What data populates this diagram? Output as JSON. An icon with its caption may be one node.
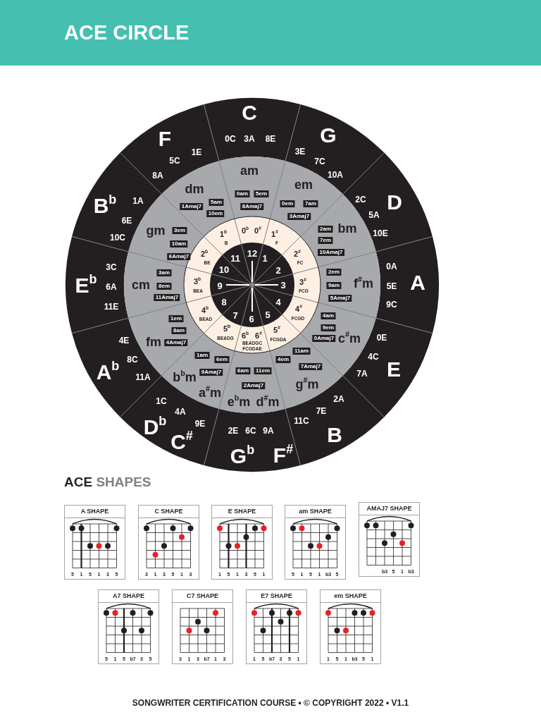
{
  "diagram": {
    "title": "ACE CIRCLE",
    "caption": "SONGWRITER CERTIFICATION COURSE • © COPYRIGHT 2022 • V1.1",
    "nodes": [
      {
        "text": [
          "C",
          "0C",
          "3A",
          "8E"
        ]
      },
      {
        "text": [
          "G",
          "3E",
          "7C",
          "10A"
        ]
      },
      {
        "text": [
          "2C",
          "D",
          "5A",
          "10E"
        ]
      },
      {
        "text": [
          "A",
          "0A",
          "5E",
          "9C"
        ]
      },
      {
        "text": [
          "E",
          "0E",
          "4C",
          "7A"
        ]
      },
      {
        "text": [
          "B",
          "2A",
          "7E",
          "11C"
        ]
      },
      {
        "text": [
          "G$^{b}$",
          "F$^{#}$",
          "2E",
          "6C",
          "9A"
        ]
      },
      {
        "text": [
          "D$^{b}$",
          "C$^{#}$",
          "1C",
          "4A",
          "9E"
        ]
      },
      {
        "text": [
          "A$^{b}$",
          "4E",
          "8C",
          "11A"
        ]
      },
      {
        "text": [
          "E$^{b}$",
          "3C",
          "6A",
          "11E"
        ]
      },
      {
        "text": [
          "B$^{b}$",
          "1A",
          "6E",
          "10C"
        ]
      },
      {
        "text": [
          "F",
          "1E",
          "5C",
          "8A"
        ]
      },
      {
        "text": [
          "am",
          "0am",
          "5em",
          "8Amaj7"
        ]
      },
      {
        "text": [
          "em",
          "0em",
          "7am",
          "3Amaj7"
        ]
      },
      {
        "text": [
          "bm",
          "2am",
          "7em",
          "10Amaj7"
        ]
      },
      {
        "text": [
          "f$^{#}$m",
          "2em",
          "9am",
          "5Amaj7"
        ]
      },
      {
        "text": [
          "c$^{#}$m",
          "4am",
          "9em",
          "0Amaj7"
        ]
      },
      {
        "text": [
          "11am",
          "4em",
          "7Amaj7",
          "g$^{#}$m"
        ]
      },
      {
        "text": [
          "6am",
          "11em",
          "2Amaj7",
          "e$^{b}$m",
          "d$^{#}$m"
        ]
      },
      {
        "text": [
          "1am",
          "6em",
          "9Amaj7",
          "b$^{b}$m",
          "a$^{#}$m"
        ]
      },
      {
        "text": [
          "fm",
          "1em",
          "8am",
          "4Amaj7"
        ]
      },
      {
        "text": [
          "cm",
          "3am",
          "8em",
          "11Amaj7"
        ]
      },
      {
        "text": [
          "gm",
          "3em",
          "10am",
          "6Amaj7"
        ]
      },
      {
        "text": [
          "dm",
          "5am",
          "10em",
          "1Amaj7"
        ]
      },
      {
        "text": [
          "0$^{b}$",
          "0$^{#}$"
        ]
      },
      {
        "text": [
          "1$^{#}$",
          "F"
        ]
      },
      {
        "text": [
          "2$^{#}$",
          "FC"
        ]
      },
      {
        "text": [
          "3$^{#}$",
          "FCG"
        ]
      },
      {
        "text": [
          "4$^{#}$",
          "FCGD"
        ]
      },
      {
        "text": [
          "5$^{#}$",
          "FCGDA"
        ]
      },
      {
        "text": [
          "6$^{b}$",
          "6$^{#}$",
          "BEADGC",
          "FCGDAE"
        ]
      },
      {
        "text": [
          "5$^{b}$",
          "BEADG"
        ]
      },
      {
        "text": [
          "4$^{b}$",
          "BEAD"
        ]
      },
      {
        "text": [
          "3$^{b}$",
          "BEA"
        ]
      },
      {
        "text": [
          "2$^{b}$",
          "BE"
        ]
      },
      {
        "text": [
          "1$^{b}$",
          "B"
        ]
      },
      {
        "text": [
          "12"
        ]
      },
      {
        "text": [
          "1"
        ]
      },
      {
        "text": [
          "2"
        ]
      },
      {
        "text": [
          "3"
        ]
      },
      {
        "text": [
          "4"
        ]
      },
      {
        "text": [
          "5"
        ]
      },
      {
        "text": [
          "6"
        ]
      },
      {
        "text": [
          "7"
        ]
      },
      {
        "text": [
          "8"
        ]
      },
      {
        "text": [
          "9"
        ]
      },
      {
        "text": [
          "10"
        ]
      },
      {
        "text": [
          "11"
        ]
      },
      {
        "text": [
          "A SHAPE",
          "5",
          "1",
          "5",
          "1",
          "3",
          "5"
        ]
      },
      {
        "text": [
          "C SHAPE",
          "3",
          "1",
          "3",
          "5",
          "1",
          "3"
        ]
      },
      {
        "text": [
          "E SHAPE",
          "1",
          "5",
          "1",
          "3",
          "5",
          "1"
        ]
      },
      {
        "text": [
          "am SHAPE",
          "5",
          "1",
          "5",
          "1",
          "b3",
          "5"
        ]
      },
      {
        "text": [
          "AMAJ7 SHAPE",
          "b3",
          "5",
          "1",
          "b3"
        ]
      },
      {
        "text": [
          "A7 SHAPE",
          "5",
          "1",
          "5",
          "b7",
          "3",
          "5"
        ]
      },
      {
        "text": [
          "C7 SHAPE",
          "3",
          "1",
          "3",
          "b7",
          "1",
          "3"
        ]
      },
      {
        "text": [
          "E7 SHAPE",
          "1",
          "5",
          "b7",
          "3",
          "5",
          "1"
        ]
      },
      {
        "text": [
          "em SHAPE",
          "1",
          "5",
          "1",
          "b3",
          "5",
          "1"
        ]
      }
    ],
    "labels": [
      "ACE SHAPES"
    ]
  }
}
